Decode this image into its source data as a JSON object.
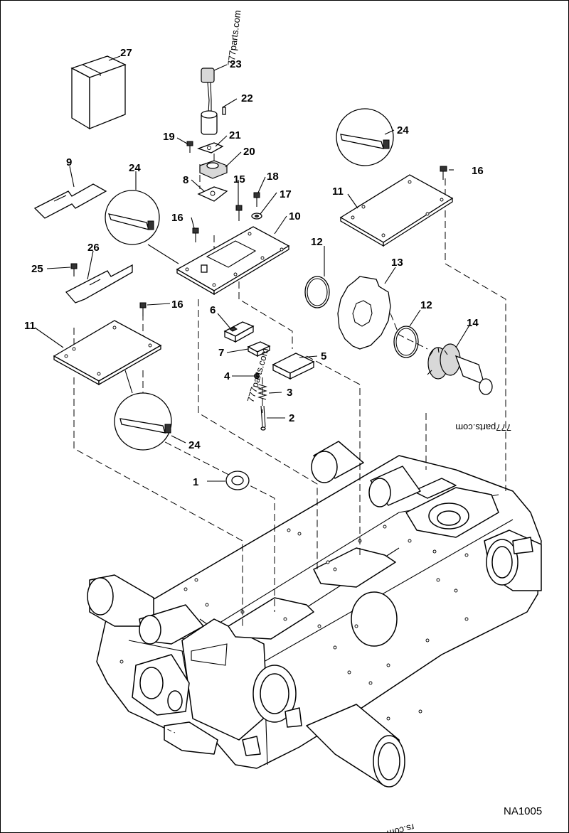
{
  "figure_code": "NA1005",
  "watermarks": [
    "777parts.com",
    "777parts.com",
    "777parts.com",
    "rs.com"
  ],
  "callouts": {
    "c1": "1",
    "c2": "2",
    "c3": "3",
    "c4": "4",
    "c5": "5",
    "c6": "6",
    "c7": "7",
    "c8": "8",
    "c9": "9",
    "c10": "10",
    "c11a": "11",
    "c11b": "11",
    "c12a": "12",
    "c12b": "12",
    "c13": "13",
    "c14": "14",
    "c15": "15",
    "c16a": "16",
    "c16b": "16",
    "c16c": "16",
    "c17": "17",
    "c18": "18",
    "c19": "19",
    "c20": "20",
    "c21": "21",
    "c22": "22",
    "c23": "23",
    "c24a": "24",
    "c24b": "24",
    "c24c": "24",
    "c25": "25",
    "c26": "26",
    "c27": "27"
  },
  "colors": {
    "line": "#000000",
    "background": "#ffffff",
    "shade": "#d8d8d8"
  }
}
